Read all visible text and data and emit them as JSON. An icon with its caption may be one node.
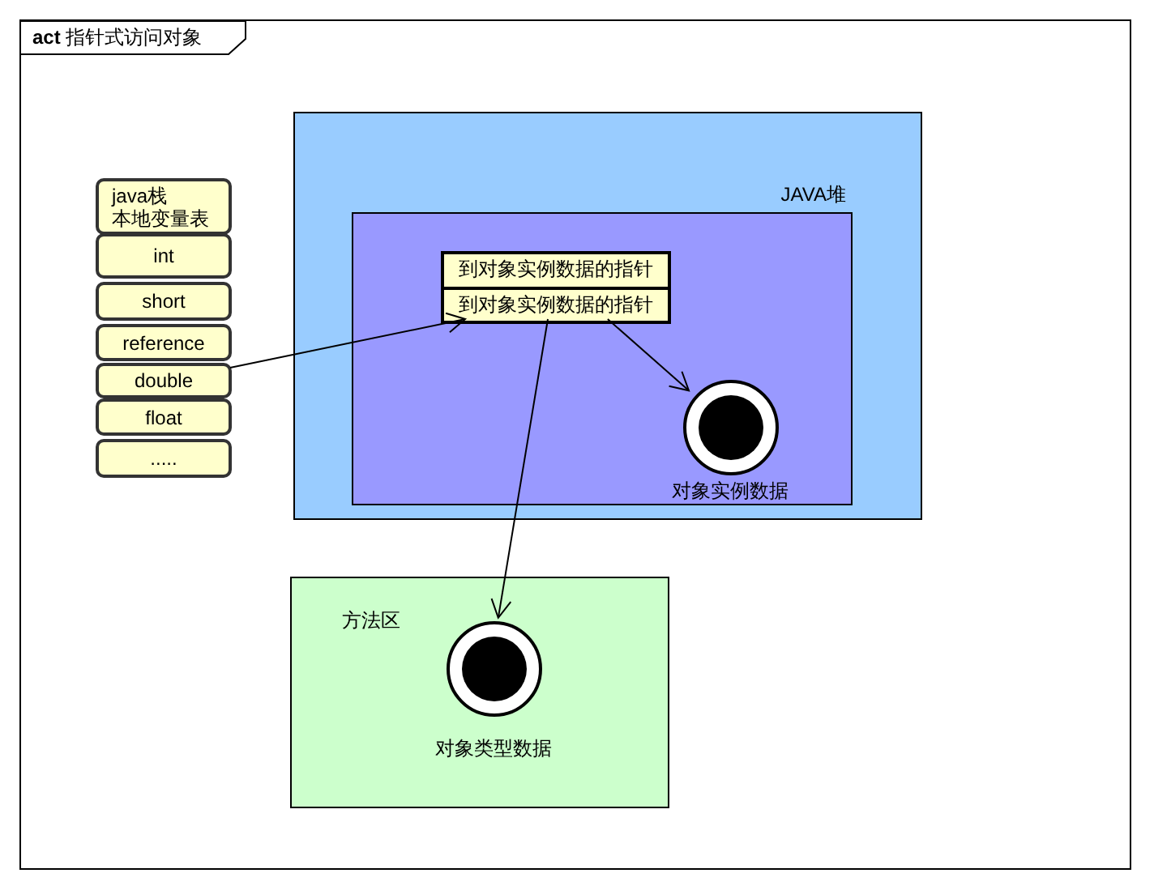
{
  "diagram": {
    "nodes": [
      {
        "text": [
          "**act** 指针式访问对象"
        ]
      },
      {
        "text": [
          "java栈",
          "本地变量表"
        ],
        "in": 0
      },
      {
        "text": [
          "int"
        ],
        "in": 0
      },
      {
        "text": [
          "short"
        ],
        "in": 0
      },
      {
        "text": [
          "reference"
        ],
        "in": 0
      },
      {
        "text": [
          "double"
        ],
        "in": 0
      },
      {
        "text": [
          "float"
        ],
        "in": 0
      },
      {
        "text": [
          "....."
        ],
        "in": 0
      },
      {
        "text": [
          "JAVA堆"
        ],
        "in": 0
      },
      {
        "text": [],
        "shape": "box",
        "in": 8
      },
      {
        "text": [
          "到对象实例数据的指针",
          "到对象实例数据的指针"
        ],
        "in": 9
      },
      {
        "text": [
          "对象实例数据"
        ],
        "in": 9
      },
      {
        "text": [
          "方法区"
        ],
        "in": 0
      },
      {
        "text": [
          "对象类型数据"
        ],
        "in": 12
      }
    ],
    "edges": [
      {
        "from": 5,
        "to": 10,
        "arrow": "to"
      },
      {
        "from": 10,
        "to": 11,
        "arrow": "to"
      },
      {
        "from": 10,
        "to": 13,
        "arrow": "to"
      }
    ]
  }
}
